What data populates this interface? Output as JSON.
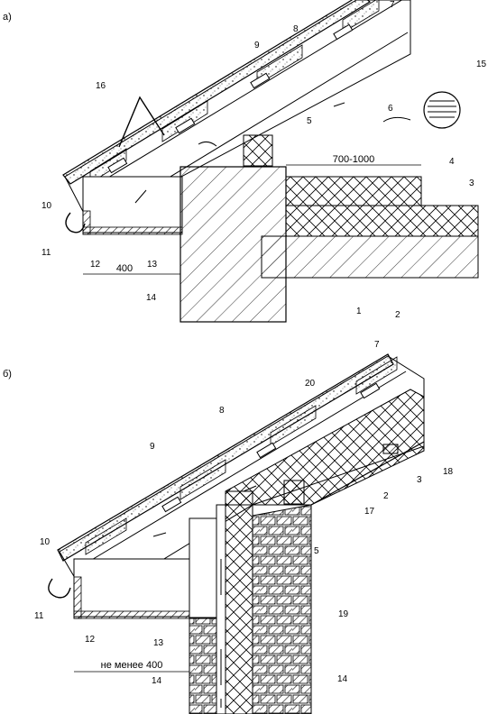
{
  "figure_a": {
    "panel_label": "а)",
    "dimension_eave": "400",
    "dimension_gap": "700-1000",
    "callouts": [
      "1",
      "2",
      "3",
      "4",
      "5",
      "6",
      "7",
      "8",
      "9",
      "10",
      "11",
      "12",
      "13",
      "14",
      "15",
      "16"
    ]
  },
  "figure_b": {
    "panel_label": "б)",
    "dimension_eave": "не менее 400",
    "callouts": [
      "2",
      "3",
      "5",
      "7",
      "8",
      "9",
      "10",
      "11",
      "12",
      "13",
      "14",
      "14",
      "17",
      "18",
      "19",
      "20"
    ]
  }
}
